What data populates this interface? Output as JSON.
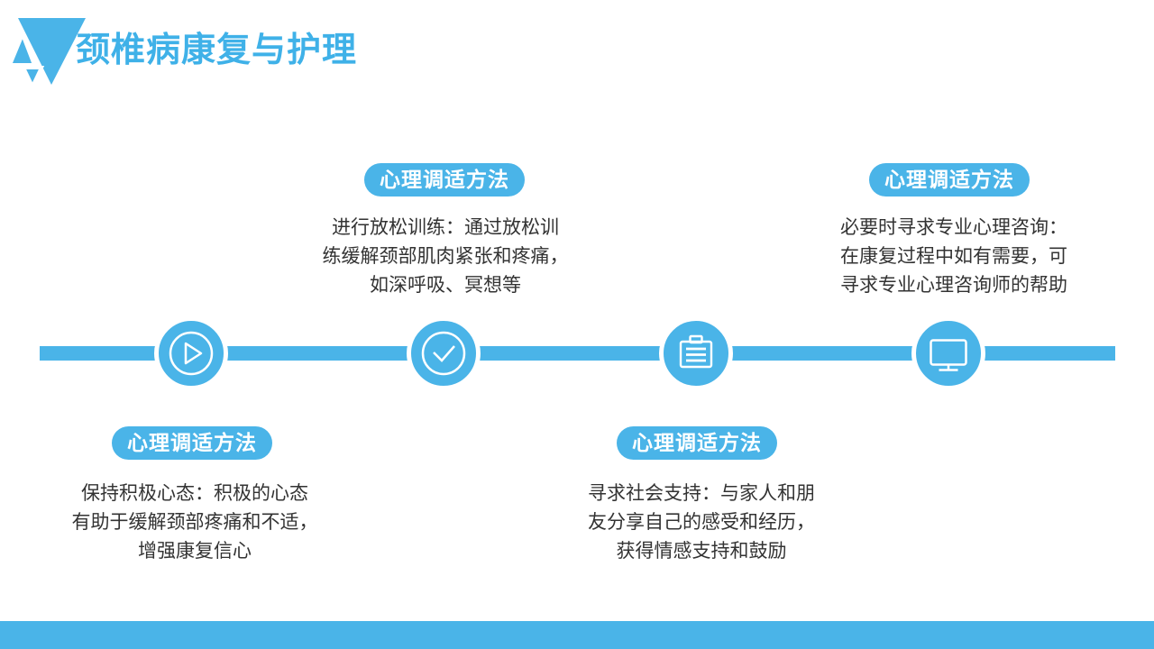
{
  "title": "颈椎病康复与护理",
  "colors": {
    "primary_blue": "#4AB4E8",
    "title_blue": "#3FB1E8",
    "body_text": "#333333",
    "pill_text": "#FFFFFF",
    "background": "#FFFFFF"
  },
  "timeline": {
    "nodes": [
      {
        "icon": "play-icon",
        "badge": "心理调适方法",
        "text_position": "below",
        "lines": [
          "保持积极心态：积极的心态",
          "有助于缓解颈部疼痛和不适，",
          "增强康复信心"
        ]
      },
      {
        "icon": "check-icon",
        "badge": "心理调适方法",
        "text_position": "above",
        "lines": [
          "进行放松训练：通过放松训",
          "练缓解颈部肌肉紧张和疼痛，",
          "如深呼吸、冥想等"
        ]
      },
      {
        "icon": "clipboard-icon",
        "badge": "心理调适方法",
        "text_position": "below",
        "lines": [
          "寻求社会支持：与家人和朋",
          "友分享自己的感受和经历，",
          "获得情感支持和鼓励"
        ]
      },
      {
        "icon": "monitor-icon",
        "badge": "心理调适方法",
        "text_position": "above",
        "lines": [
          "必要时寻求专业心理咨询：",
          "在康复过程中如有需要，可",
          "寻求专业心理咨询师的帮助"
        ]
      }
    ]
  }
}
